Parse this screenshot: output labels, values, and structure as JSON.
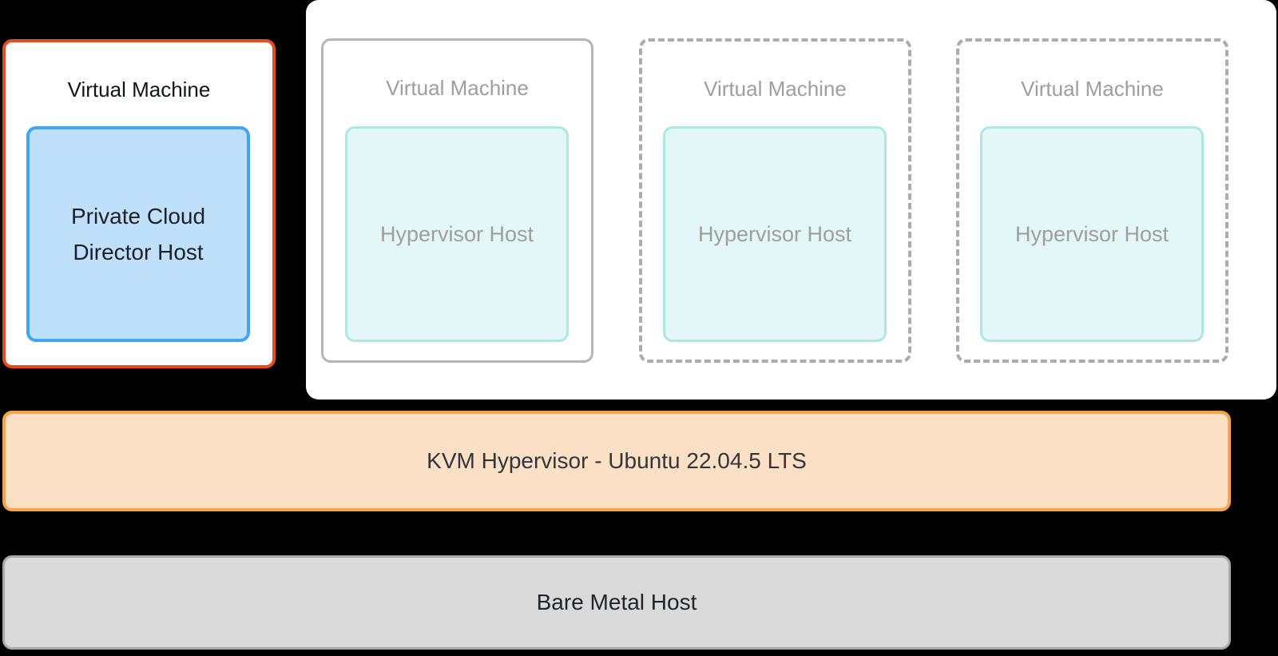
{
  "diagram": {
    "background_color": "#000000"
  },
  "management_vm": {
    "title": "Virtual Machine",
    "host_label_lines": [
      "Private Cloud",
      "Director Host"
    ],
    "card_border_color": "#EB4A1F",
    "host_fill_color": "#BFE0FB",
    "host_border_color": "#41A4F5"
  },
  "vm_panel": {
    "panel_fill_color": "#FFFFFF",
    "vm_border_color": "#B5B5B5",
    "host_fill_color": "#E3F8F6",
    "host_border_color": "#ABE9E0",
    "muted_text_color": "#9E9E9E",
    "vms": [
      {
        "title": "Virtual Machine",
        "host_label": "Hypervisor Host",
        "border_style": "solid"
      },
      {
        "title": "Virtual Machine",
        "host_label": "Hypervisor Host",
        "border_style": "dashed"
      },
      {
        "title": "Virtual Machine",
        "host_label": "Hypervisor Host",
        "border_style": "dashed"
      }
    ]
  },
  "hypervisor_bar": {
    "label": "KVM Hypervisor - Ubuntu 22.04.5 LTS",
    "fill_color": "#FCE0C5",
    "border_color": "#FAA247"
  },
  "bare_metal_bar": {
    "label": "Bare Metal Host",
    "fill_color": "#DADADA",
    "border_color": "#A8A8A8"
  }
}
